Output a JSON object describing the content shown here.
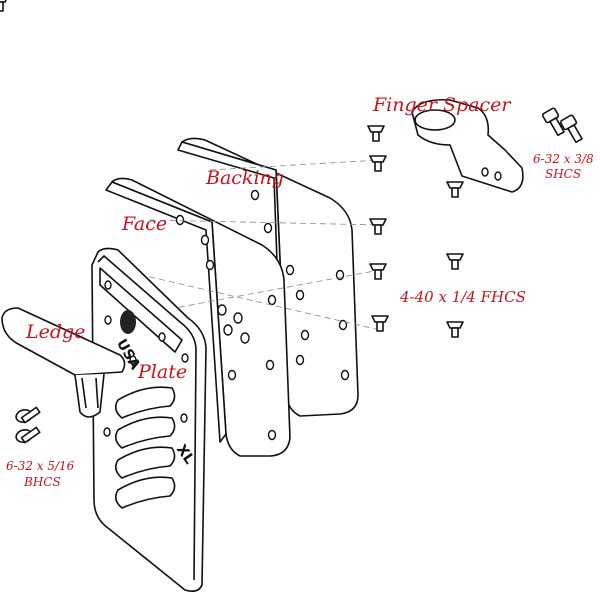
{
  "labels": {
    "finger_spacer": "Finger Spacer",
    "shcs_line1": "6-32 x 3/8",
    "shcs_line2": "SHCS",
    "backing": "Backing",
    "face": "Face",
    "fhcs": "4-40 x 1/4 FHCS",
    "ledge": "Ledge",
    "plate": "Plate",
    "bhcs_line1": "6-32 x 5/16",
    "bhcs_line2": "BHCS"
  },
  "plate_marking": "XL",
  "logo_text": "USA",
  "colors": {
    "label": "#d0101a",
    "line": "#111111"
  }
}
